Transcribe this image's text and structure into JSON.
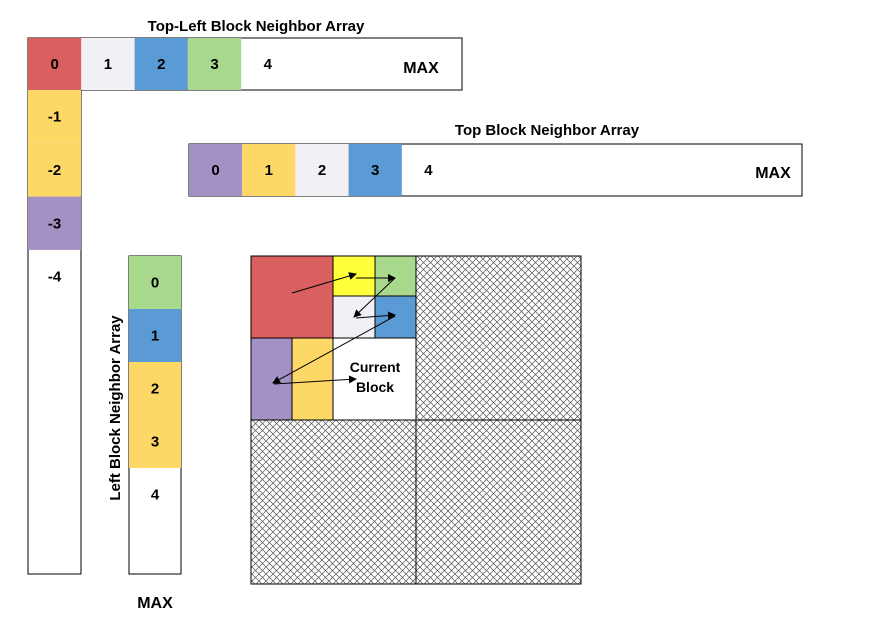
{
  "colors": {
    "red": "#d9605e",
    "white": "#f2f0f5",
    "blue": "#5b9bd5",
    "green": "#a9d98c",
    "yellow": "#fdd866",
    "purple": "#a391c4",
    "bright_yellow": "#ffff3c",
    "outline": "#000000"
  },
  "top_left_array": {
    "title": "Top-Left Block Neighbor Array",
    "horizontal_cells": [
      {
        "label": "0",
        "color": "red"
      },
      {
        "label": "1",
        "color": "white"
      },
      {
        "label": "2",
        "color": "blue"
      },
      {
        "label": "3",
        "color": "green"
      },
      {
        "label": "4",
        "color": "none"
      }
    ],
    "vertical_cells": [
      {
        "label": "-1",
        "color": "yellow"
      },
      {
        "label": "-2",
        "color": "yellow"
      },
      {
        "label": "-3",
        "color": "purple"
      },
      {
        "label": "-4",
        "color": "none"
      }
    ],
    "max_label": "MAX"
  },
  "top_array": {
    "title": "Top Block Neighbor Array",
    "cells": [
      {
        "label": "0",
        "color": "purple"
      },
      {
        "label": "1",
        "color": "yellow"
      },
      {
        "label": "2",
        "color": "white"
      },
      {
        "label": "3",
        "color": "blue"
      },
      {
        "label": "4",
        "color": "none"
      }
    ],
    "max_label": "MAX"
  },
  "left_array": {
    "title": "Left Block Neighbor Array",
    "cells": [
      {
        "label": "0",
        "color": "green"
      },
      {
        "label": "1",
        "color": "blue"
      },
      {
        "label": "2",
        "color": "yellow"
      },
      {
        "label": "3",
        "color": "yellow"
      },
      {
        "label": "4",
        "color": "none"
      }
    ],
    "max_label": "MAX"
  },
  "block_grid": {
    "current_block_line1": "Current",
    "current_block_line2": "Block"
  }
}
